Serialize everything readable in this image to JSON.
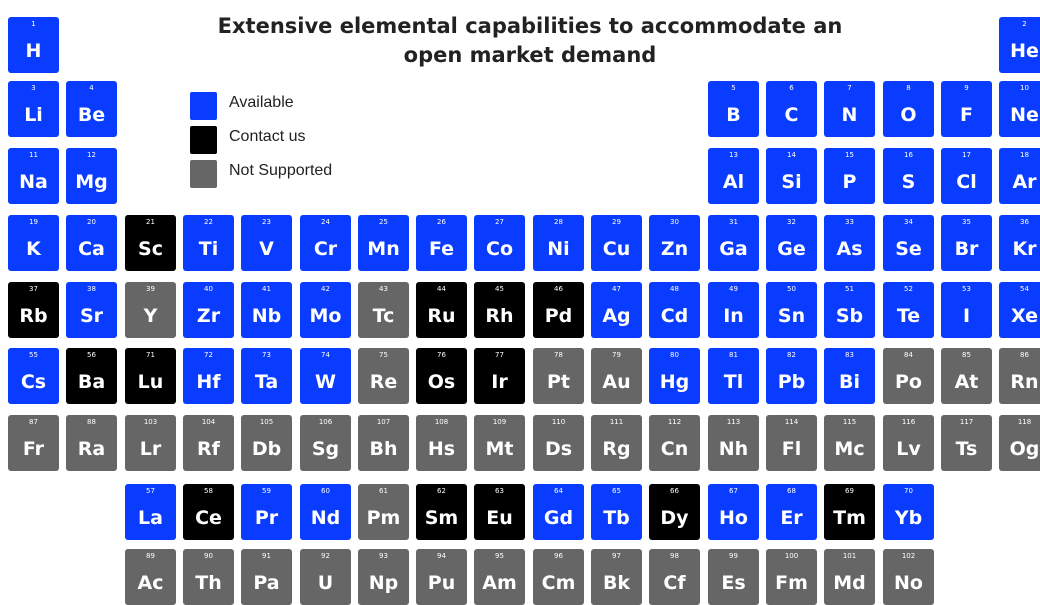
{
  "title": {
    "line1": "Extensive elemental capabilities to accommodate an",
    "line2": "open market demand"
  },
  "colors": {
    "available": "#0a3cff",
    "contact": "#000000",
    "not_supported": "#666666"
  },
  "legend": [
    {
      "status": "available",
      "label": "Available"
    },
    {
      "status": "contact",
      "label": "Contact us"
    },
    {
      "status": "not_supported",
      "label": "Not Supported"
    }
  ],
  "elements": [
    {
      "n": "1",
      "s": "H",
      "r": 0,
      "c": 0,
      "st": "available"
    },
    {
      "n": "2",
      "s": "He",
      "r": 0,
      "c": 17,
      "st": "available"
    },
    {
      "n": "3",
      "s": "Li",
      "r": 1,
      "c": 0,
      "st": "available"
    },
    {
      "n": "4",
      "s": "Be",
      "r": 1,
      "c": 1,
      "st": "available"
    },
    {
      "n": "5",
      "s": "B",
      "r": 1,
      "c": 12,
      "st": "available"
    },
    {
      "n": "6",
      "s": "C",
      "r": 1,
      "c": 13,
      "st": "available"
    },
    {
      "n": "7",
      "s": "N",
      "r": 1,
      "c": 14,
      "st": "available"
    },
    {
      "n": "8",
      "s": "O",
      "r": 1,
      "c": 15,
      "st": "available"
    },
    {
      "n": "9",
      "s": "F",
      "r": 1,
      "c": 16,
      "st": "available"
    },
    {
      "n": "10",
      "s": "Ne",
      "r": 1,
      "c": 17,
      "st": "available"
    },
    {
      "n": "11",
      "s": "Na",
      "r": 2,
      "c": 0,
      "st": "available"
    },
    {
      "n": "12",
      "s": "Mg",
      "r": 2,
      "c": 1,
      "st": "available"
    },
    {
      "n": "13",
      "s": "Al",
      "r": 2,
      "c": 12,
      "st": "available"
    },
    {
      "n": "14",
      "s": "Si",
      "r": 2,
      "c": 13,
      "st": "available"
    },
    {
      "n": "15",
      "s": "P",
      "r": 2,
      "c": 14,
      "st": "available"
    },
    {
      "n": "16",
      "s": "S",
      "r": 2,
      "c": 15,
      "st": "available"
    },
    {
      "n": "17",
      "s": "Cl",
      "r": 2,
      "c": 16,
      "st": "available"
    },
    {
      "n": "18",
      "s": "Ar",
      "r": 2,
      "c": 17,
      "st": "available"
    },
    {
      "n": "19",
      "s": "K",
      "r": 3,
      "c": 0,
      "st": "available"
    },
    {
      "n": "20",
      "s": "Ca",
      "r": 3,
      "c": 1,
      "st": "available"
    },
    {
      "n": "21",
      "s": "Sc",
      "r": 3,
      "c": 2,
      "st": "contact"
    },
    {
      "n": "22",
      "s": "Ti",
      "r": 3,
      "c": 3,
      "st": "available"
    },
    {
      "n": "23",
      "s": "V",
      "r": 3,
      "c": 4,
      "st": "available"
    },
    {
      "n": "24",
      "s": "Cr",
      "r": 3,
      "c": 5,
      "st": "available"
    },
    {
      "n": "25",
      "s": "Mn",
      "r": 3,
      "c": 6,
      "st": "available"
    },
    {
      "n": "26",
      "s": "Fe",
      "r": 3,
      "c": 7,
      "st": "available"
    },
    {
      "n": "27",
      "s": "Co",
      "r": 3,
      "c": 8,
      "st": "available"
    },
    {
      "n": "28",
      "s": "Ni",
      "r": 3,
      "c": 9,
      "st": "available"
    },
    {
      "n": "29",
      "s": "Cu",
      "r": 3,
      "c": 10,
      "st": "available"
    },
    {
      "n": "30",
      "s": "Zn",
      "r": 3,
      "c": 11,
      "st": "available"
    },
    {
      "n": "31",
      "s": "Ga",
      "r": 3,
      "c": 12,
      "st": "available"
    },
    {
      "n": "32",
      "s": "Ge",
      "r": 3,
      "c": 13,
      "st": "available"
    },
    {
      "n": "33",
      "s": "As",
      "r": 3,
      "c": 14,
      "st": "available"
    },
    {
      "n": "34",
      "s": "Se",
      "r": 3,
      "c": 15,
      "st": "available"
    },
    {
      "n": "35",
      "s": "Br",
      "r": 3,
      "c": 16,
      "st": "available"
    },
    {
      "n": "36",
      "s": "Kr",
      "r": 3,
      "c": 17,
      "st": "available"
    },
    {
      "n": "37",
      "s": "Rb",
      "r": 4,
      "c": 0,
      "st": "contact"
    },
    {
      "n": "38",
      "s": "Sr",
      "r": 4,
      "c": 1,
      "st": "available"
    },
    {
      "n": "39",
      "s": "Y",
      "r": 4,
      "c": 2,
      "st": "not_supported"
    },
    {
      "n": "40",
      "s": "Zr",
      "r": 4,
      "c": 3,
      "st": "available"
    },
    {
      "n": "41",
      "s": "Nb",
      "r": 4,
      "c": 4,
      "st": "available"
    },
    {
      "n": "42",
      "s": "Mo",
      "r": 4,
      "c": 5,
      "st": "available"
    },
    {
      "n": "43",
      "s": "Tc",
      "r": 4,
      "c": 6,
      "st": "not_supported"
    },
    {
      "n": "44",
      "s": "Ru",
      "r": 4,
      "c": 7,
      "st": "contact"
    },
    {
      "n": "45",
      "s": "Rh",
      "r": 4,
      "c": 8,
      "st": "contact"
    },
    {
      "n": "46",
      "s": "Pd",
      "r": 4,
      "c": 9,
      "st": "contact"
    },
    {
      "n": "47",
      "s": "Ag",
      "r": 4,
      "c": 10,
      "st": "available"
    },
    {
      "n": "48",
      "s": "Cd",
      "r": 4,
      "c": 11,
      "st": "available"
    },
    {
      "n": "49",
      "s": "In",
      "r": 4,
      "c": 12,
      "st": "available"
    },
    {
      "n": "50",
      "s": "Sn",
      "r": 4,
      "c": 13,
      "st": "available"
    },
    {
      "n": "51",
      "s": "Sb",
      "r": 4,
      "c": 14,
      "st": "available"
    },
    {
      "n": "52",
      "s": "Te",
      "r": 4,
      "c": 15,
      "st": "available"
    },
    {
      "n": "53",
      "s": "I",
      "r": 4,
      "c": 16,
      "st": "available"
    },
    {
      "n": "54",
      "s": "Xe",
      "r": 4,
      "c": 17,
      "st": "available"
    },
    {
      "n": "55",
      "s": "Cs",
      "r": 5,
      "c": 0,
      "st": "available"
    },
    {
      "n": "56",
      "s": "Ba",
      "r": 5,
      "c": 1,
      "st": "contact"
    },
    {
      "n": "71",
      "s": "Lu",
      "r": 5,
      "c": 2,
      "st": "contact"
    },
    {
      "n": "72",
      "s": "Hf",
      "r": 5,
      "c": 3,
      "st": "available"
    },
    {
      "n": "73",
      "s": "Ta",
      "r": 5,
      "c": 4,
      "st": "available"
    },
    {
      "n": "74",
      "s": "W",
      "r": 5,
      "c": 5,
      "st": "available"
    },
    {
      "n": "75",
      "s": "Re",
      "r": 5,
      "c": 6,
      "st": "not_supported"
    },
    {
      "n": "76",
      "s": "Os",
      "r": 5,
      "c": 7,
      "st": "contact"
    },
    {
      "n": "77",
      "s": "Ir",
      "r": 5,
      "c": 8,
      "st": "contact"
    },
    {
      "n": "78",
      "s": "Pt",
      "r": 5,
      "c": 9,
      "st": "not_supported"
    },
    {
      "n": "79",
      "s": "Au",
      "r": 5,
      "c": 10,
      "st": "not_supported"
    },
    {
      "n": "80",
      "s": "Hg",
      "r": 5,
      "c": 11,
      "st": "available"
    },
    {
      "n": "81",
      "s": "Tl",
      "r": 5,
      "c": 12,
      "st": "available"
    },
    {
      "n": "82",
      "s": "Pb",
      "r": 5,
      "c": 13,
      "st": "available"
    },
    {
      "n": "83",
      "s": "Bi",
      "r": 5,
      "c": 14,
      "st": "available"
    },
    {
      "n": "84",
      "s": "Po",
      "r": 5,
      "c": 15,
      "st": "not_supported"
    },
    {
      "n": "85",
      "s": "At",
      "r": 5,
      "c": 16,
      "st": "not_supported"
    },
    {
      "n": "86",
      "s": "Rn",
      "r": 5,
      "c": 17,
      "st": "not_supported"
    },
    {
      "n": "87",
      "s": "Fr",
      "r": 6,
      "c": 0,
      "st": "not_supported"
    },
    {
      "n": "88",
      "s": "Ra",
      "r": 6,
      "c": 1,
      "st": "not_supported"
    },
    {
      "n": "103",
      "s": "Lr",
      "r": 6,
      "c": 2,
      "st": "not_supported"
    },
    {
      "n": "104",
      "s": "Rf",
      "r": 6,
      "c": 3,
      "st": "not_supported"
    },
    {
      "n": "105",
      "s": "Db",
      "r": 6,
      "c": 4,
      "st": "not_supported"
    },
    {
      "n": "106",
      "s": "Sg",
      "r": 6,
      "c": 5,
      "st": "not_supported"
    },
    {
      "n": "107",
      "s": "Bh",
      "r": 6,
      "c": 6,
      "st": "not_supported"
    },
    {
      "n": "108",
      "s": "Hs",
      "r": 6,
      "c": 7,
      "st": "not_supported"
    },
    {
      "n": "109",
      "s": "Mt",
      "r": 6,
      "c": 8,
      "st": "not_supported"
    },
    {
      "n": "110",
      "s": "Ds",
      "r": 6,
      "c": 9,
      "st": "not_supported"
    },
    {
      "n": "111",
      "s": "Rg",
      "r": 6,
      "c": 10,
      "st": "not_supported"
    },
    {
      "n": "112",
      "s": "Cn",
      "r": 6,
      "c": 11,
      "st": "not_supported"
    },
    {
      "n": "113",
      "s": "Nh",
      "r": 6,
      "c": 12,
      "st": "not_supported"
    },
    {
      "n": "114",
      "s": "Fl",
      "r": 6,
      "c": 13,
      "st": "not_supported"
    },
    {
      "n": "115",
      "s": "Mc",
      "r": 6,
      "c": 14,
      "st": "not_supported"
    },
    {
      "n": "116",
      "s": "Lv",
      "r": 6,
      "c": 15,
      "st": "not_supported"
    },
    {
      "n": "117",
      "s": "Ts",
      "r": 6,
      "c": 16,
      "st": "not_supported"
    },
    {
      "n": "118",
      "s": "Og",
      "r": 6,
      "c": 17,
      "st": "not_supported"
    },
    {
      "n": "57",
      "s": "La",
      "r": 7,
      "c": 2,
      "st": "available"
    },
    {
      "n": "58",
      "s": "Ce",
      "r": 7,
      "c": 3,
      "st": "contact"
    },
    {
      "n": "59",
      "s": "Pr",
      "r": 7,
      "c": 4,
      "st": "available"
    },
    {
      "n": "60",
      "s": "Nd",
      "r": 7,
      "c": 5,
      "st": "available"
    },
    {
      "n": "61",
      "s": "Pm",
      "r": 7,
      "c": 6,
      "st": "not_supported"
    },
    {
      "n": "62",
      "s": "Sm",
      "r": 7,
      "c": 7,
      "st": "contact"
    },
    {
      "n": "63",
      "s": "Eu",
      "r": 7,
      "c": 8,
      "st": "contact"
    },
    {
      "n": "64",
      "s": "Gd",
      "r": 7,
      "c": 9,
      "st": "available"
    },
    {
      "n": "65",
      "s": "Tb",
      "r": 7,
      "c": 10,
      "st": "available"
    },
    {
      "n": "66",
      "s": "Dy",
      "r": 7,
      "c": 11,
      "st": "contact"
    },
    {
      "n": "67",
      "s": "Ho",
      "r": 7,
      "c": 12,
      "st": "available"
    },
    {
      "n": "68",
      "s": "Er",
      "r": 7,
      "c": 13,
      "st": "available"
    },
    {
      "n": "69",
      "s": "Tm",
      "r": 7,
      "c": 14,
      "st": "contact"
    },
    {
      "n": "70",
      "s": "Yb",
      "r": 7,
      "c": 15,
      "st": "available"
    },
    {
      "n": "89",
      "s": "Ac",
      "r": 8,
      "c": 2,
      "st": "not_supported"
    },
    {
      "n": "90",
      "s": "Th",
      "r": 8,
      "c": 3,
      "st": "not_supported"
    },
    {
      "n": "91",
      "s": "Pa",
      "r": 8,
      "c": 4,
      "st": "not_supported"
    },
    {
      "n": "92",
      "s": "U",
      "r": 8,
      "c": 5,
      "st": "not_supported"
    },
    {
      "n": "93",
      "s": "Np",
      "r": 8,
      "c": 6,
      "st": "not_supported"
    },
    {
      "n": "94",
      "s": "Pu",
      "r": 8,
      "c": 7,
      "st": "not_supported"
    },
    {
      "n": "95",
      "s": "Am",
      "r": 8,
      "c": 8,
      "st": "not_supported"
    },
    {
      "n": "96",
      "s": "Cm",
      "r": 8,
      "c": 9,
      "st": "not_supported"
    },
    {
      "n": "97",
      "s": "Bk",
      "r": 8,
      "c": 10,
      "st": "not_supported"
    },
    {
      "n": "98",
      "s": "Cf",
      "r": 8,
      "c": 11,
      "st": "not_supported"
    },
    {
      "n": "99",
      "s": "Es",
      "r": 8,
      "c": 12,
      "st": "not_supported"
    },
    {
      "n": "100",
      "s": "Fm",
      "r": 8,
      "c": 13,
      "st": "not_supported"
    },
    {
      "n": "101",
      "s": "Md",
      "r": 8,
      "c": 14,
      "st": "not_supported"
    },
    {
      "n": "102",
      "s": "No",
      "r": 8,
      "c": 15,
      "st": "not_supported"
    }
  ]
}
